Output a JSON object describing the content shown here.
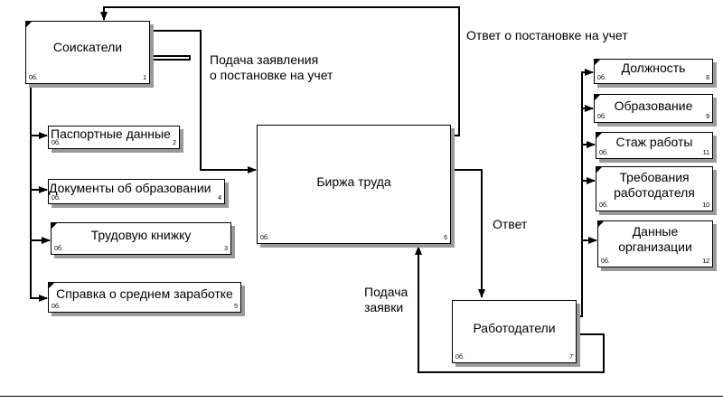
{
  "nodes": {
    "soiskateli": {
      "label": "Соискатели",
      "ref": "0б.",
      "num": "1"
    },
    "pasport": {
      "label": "Паспортные данные",
      "ref": "0б.",
      "num": "2"
    },
    "dokumenty": {
      "label": "Документы об образовании",
      "ref": "0б.",
      "num": "4"
    },
    "trudovaya": {
      "label": "Трудовую книжку",
      "ref": "0б.",
      "num": "3"
    },
    "spravka": {
      "label": "Справка о среднем заработке",
      "ref": "0б.",
      "num": "5"
    },
    "birzha": {
      "label": "Биржа труда",
      "ref": "0б.",
      "num": "6"
    },
    "rabotodateli": {
      "label": "Работодатели",
      "ref": "0б.",
      "num": "7"
    },
    "dolzhnost": {
      "label": "Должность",
      "ref": "0б.",
      "num": "8"
    },
    "obrazovanie": {
      "label": "Образование",
      "ref": "0б.",
      "num": "9"
    },
    "stazh": {
      "label": "Стаж работы",
      "ref": "0б.",
      "num": "11"
    },
    "trebovaniya": {
      "label_line1": "Требования",
      "label_line2": "работодателя",
      "ref": "0б.",
      "num": "10"
    },
    "dannye": {
      "label_line1": "Данные",
      "label_line2": "организации",
      "ref": "0б.",
      "num": "12"
    }
  },
  "arrow_labels": {
    "podacha_zayavleniya_1": "Подача заявления",
    "podacha_zayavleniya_2": "о постановке на учет",
    "otvet_o_postanovke": "Ответ о постановке на учет",
    "otvet": "Ответ",
    "podacha_zayavki_1": "Подача",
    "podacha_zayavki_2": "заявки"
  }
}
